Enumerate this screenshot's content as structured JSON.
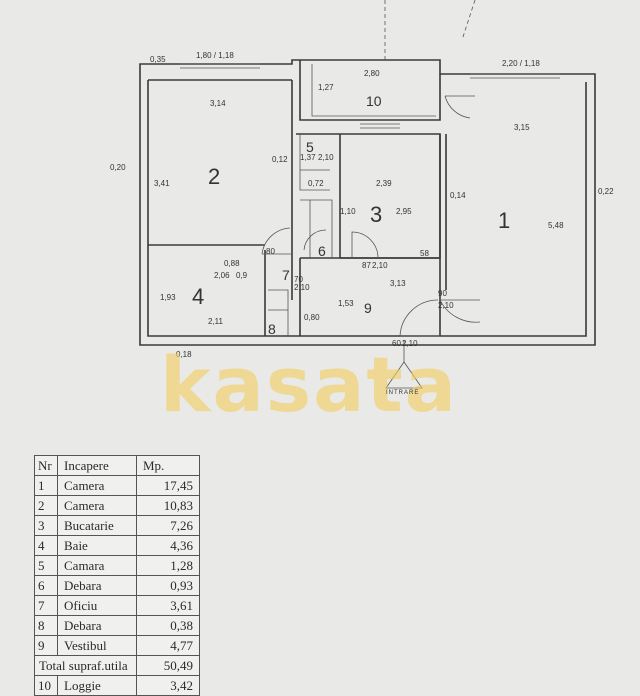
{
  "plan": {
    "rooms": [
      {
        "id": "1",
        "label": "1"
      },
      {
        "id": "2",
        "label": "2"
      },
      {
        "id": "3",
        "label": "3"
      },
      {
        "id": "4",
        "label": "4"
      },
      {
        "id": "5",
        "label": "5"
      },
      {
        "id": "6",
        "label": "6"
      },
      {
        "id": "7",
        "label": "7"
      },
      {
        "id": "8",
        "label": "8"
      },
      {
        "id": "9",
        "label": "9"
      },
      {
        "id": "10",
        "label": "10"
      }
    ],
    "dimensions": {
      "d035": "0,35",
      "d180_118": "1,80 / 1,18",
      "d280": "2,80",
      "d127": "1,27",
      "d220_118": "2,20 / 1,18",
      "d314": "3,14",
      "d315": "3,15",
      "d020": "0,20",
      "d012": "0,12",
      "d341": "3,41",
      "d137": "1,37",
      "d210_a": "2,10",
      "d072": "0,72",
      "d239": "2,39",
      "d014": "0,14",
      "d022": "0,22",
      "d548": "5,48",
      "d110": "1,10",
      "d295": "2,95",
      "d058": "58",
      "d313": "3,13",
      "d193": "1,93",
      "d211": "2,11",
      "d080": "0,80",
      "d153": "1,53",
      "d018": "0,18",
      "d206": "2,06",
      "d009": "0,9",
      "d088": "0,88",
      "d210_b": "2,10",
      "d210_c": "2,10",
      "d210_d": "2,10",
      "d210_e": "2,10",
      "d090": "90",
      "d080b": "80",
      "d070": "70",
      "d087": "87",
      "d060": "60"
    },
    "watermark": "kasata",
    "entrance_label": "INTRARE"
  },
  "legend": {
    "headers": {
      "nr": "Nr",
      "room": "Incapere",
      "area": "Mp."
    },
    "rows": [
      {
        "nr": "1",
        "room": "Camera",
        "area": "17,45"
      },
      {
        "nr": "2",
        "room": "Camera",
        "area": "10,83"
      },
      {
        "nr": "3",
        "room": "Bucatarie",
        "area": "7,26"
      },
      {
        "nr": "4",
        "room": "Baie",
        "area": "4,36"
      },
      {
        "nr": "5",
        "room": "Camara",
        "area": "1,28"
      },
      {
        "nr": "6",
        "room": "Debara",
        "area": "0,93"
      },
      {
        "nr": "7",
        "room": "Oficiu",
        "area": "3,61"
      },
      {
        "nr": "8",
        "room": "Debara",
        "area": "0,38"
      },
      {
        "nr": "9",
        "room": "Vestibul",
        "area": "4,77"
      }
    ],
    "total": {
      "label": "Total supraf.utila",
      "area": "50,49"
    },
    "loggia": {
      "nr": "10",
      "room": "Loggie",
      "area": "3,42"
    }
  }
}
